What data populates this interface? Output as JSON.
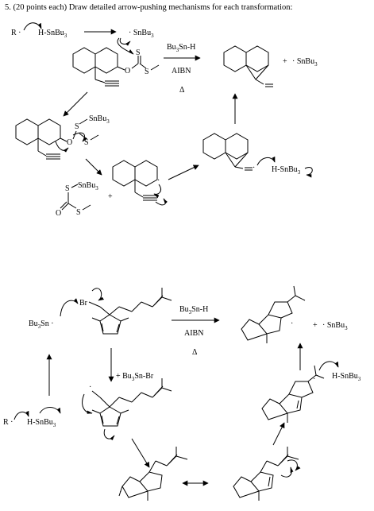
{
  "question": "5. (20 points each)  Draw detailed arrow-pushing mechanisms for each transformation:",
  "prob1": {
    "r_dot": "R",
    "h_sn": "H-SnBu",
    "h_sn_sub": "3",
    "sn_radical_top": "SnBu",
    "sn_radical_top_sub": "3",
    "reagent1": "Bu",
    "reagent1_sub": "3",
    "reagent1_rest": "Sn-H",
    "reagent2": "AIBN",
    "reagent3": "Δ",
    "product_plus": "+",
    "product_sn": "SnBu",
    "product_sn_sub": "3",
    "xanthate_s": "S",
    "xanthate_o": "O",
    "xanthate_s2": "S",
    "adduct_sn": "SnBu",
    "adduct_sn_sub": "3",
    "adduct_s1": "S",
    "adduct_s2": "S",
    "adduct_o": "O",
    "byprod_s1": "S",
    "byprod_sn": "SnBu",
    "byprod_sn_sub": "3",
    "byprod_o": "O",
    "byprod_s2": "S",
    "plus": "+",
    "vinyl_h_sn": "H-SnBu",
    "vinyl_h_sn_sub": "3"
  },
  "prob2": {
    "bu3sn": "Bu",
    "bu3sn_sub": "3",
    "bu3sn_rest": "Sn",
    "br": "Br",
    "reagent1": "Bu",
    "reagent1_sub": "3",
    "reagent1_rest": "Sn-H",
    "reagent2": "AIBN",
    "reagent3": "Δ",
    "product_plus": "+",
    "product_sn": "SnBu",
    "product_sn_sub": "3",
    "side_plus": "+ Bu",
    "side_sub": "3",
    "side_rest": "Sn-Br",
    "r_dot": "R",
    "h_sn": "H-SnBu",
    "h_sn_sub": "3",
    "right_h_sn": "H-SnBu",
    "right_h_sn_sub": "3"
  }
}
